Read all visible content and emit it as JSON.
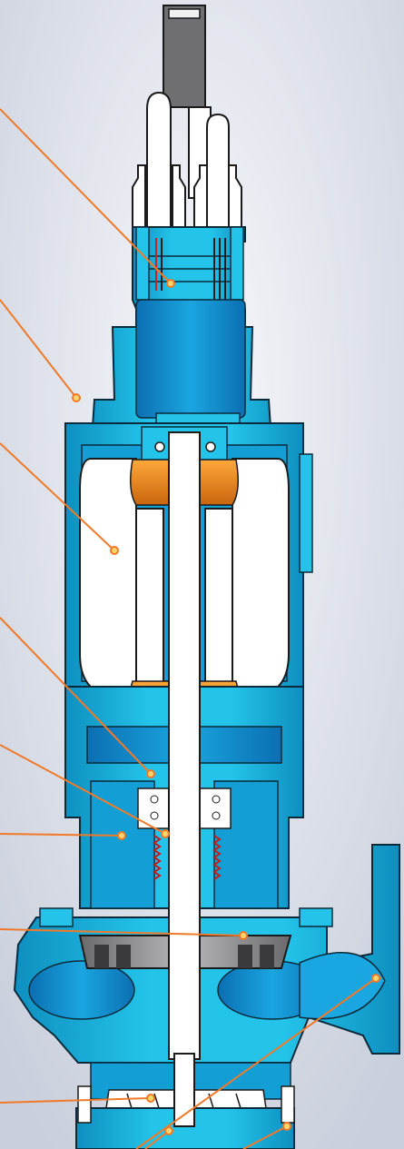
{
  "diagram": {
    "subject": "submersible-pump-cutaway",
    "colors": {
      "background_light": "#f7f8fb",
      "background_shade": "#c9cfdc",
      "casing": "#23c3ea",
      "casing_dark": "#0e8fc0",
      "casing_edge": "#0b2a3a",
      "winding": "#ffffff",
      "rotor_end": "#f08a1c",
      "impeller": "#6f6f72",
      "cable_sleeve": "#8d8d8f",
      "leader_line": "#f07a2a",
      "marker_fill": "#ffd66b"
    },
    "callouts": [
      {
        "id": "cable-entry"
      },
      {
        "id": "motor-housing"
      },
      {
        "id": "stator-winding"
      },
      {
        "id": "rotor-shaft"
      },
      {
        "id": "upper-mechanical-seal"
      },
      {
        "id": "oil-chamber"
      },
      {
        "id": "lower-mechanical-seal"
      },
      {
        "id": "impeller"
      },
      {
        "id": "discharge-outlet"
      },
      {
        "id": "wear-ring"
      },
      {
        "id": "pump-base"
      }
    ]
  }
}
